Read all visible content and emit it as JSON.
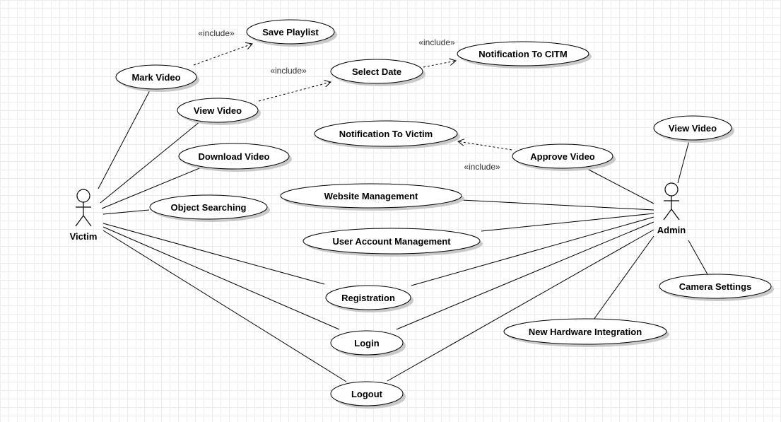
{
  "actors": {
    "victim": "Victim",
    "admin": "Admin"
  },
  "use_cases": {
    "save_playlist": "Save Playlist",
    "mark_video": "Mark Video",
    "select_date": "Select Date",
    "notification_citm": "Notification To CITM",
    "view_video_victim": "View Video",
    "notification_victim": "Notification To Victim",
    "approve_video": "Approve Video",
    "view_video_admin": "View Video",
    "download_video": "Download Video",
    "website_management": "Website Management",
    "object_searching": "Object Searching",
    "user_account_management": "User Account Management",
    "registration": "Registration",
    "camera_settings": "Camera Settings",
    "new_hardware_integration": "New Hardware Integration",
    "login": "Login",
    "logout": "Logout"
  },
  "include_label": "«include»"
}
